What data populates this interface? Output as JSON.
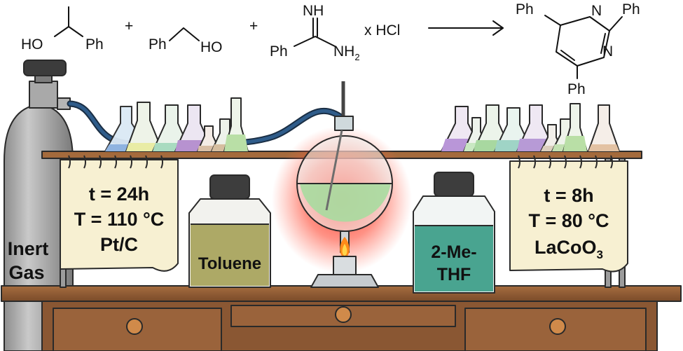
{
  "reaction": {
    "reactant1": {
      "left": "HO",
      "right": "Ph"
    },
    "plus1": "+",
    "reactant2": {
      "left": "Ph",
      "right": "HO"
    },
    "plus2": "+",
    "reactant3": {
      "top": "NH",
      "left": "Ph",
      "right": "NH",
      "right_sub": "2"
    },
    "salt": "x HCl",
    "product": {
      "ph_top_left": "Ph",
      "n_top": "N",
      "ph_top_right": "Ph",
      "n_right": "N",
      "ph_bottom": "Ph"
    }
  },
  "gas_cylinder": {
    "line1": "Inert",
    "line2": "Gas"
  },
  "left_note": {
    "time": "t = 24h",
    "temperature": "T = 110 °C",
    "catalyst": "Pt/C"
  },
  "right_note": {
    "time": "t = 8h",
    "temperature": "T = 80 °C",
    "catalyst_main": "LaCoO",
    "catalyst_sub": "3"
  },
  "bottle_left": {
    "label": "Toluene"
  },
  "bottle_right": {
    "line1": "2-Me-",
    "line2": "THF"
  },
  "colors": {
    "toluene_liquid": "#a9a45e",
    "methf_liquid": "#3f9f8a",
    "flask_liquid": "#a8dca0",
    "heat_glow": "#ff3b2f",
    "hose": "#2f5c8a",
    "wood": "#8a5a35",
    "paper": "#f7f0d2"
  }
}
